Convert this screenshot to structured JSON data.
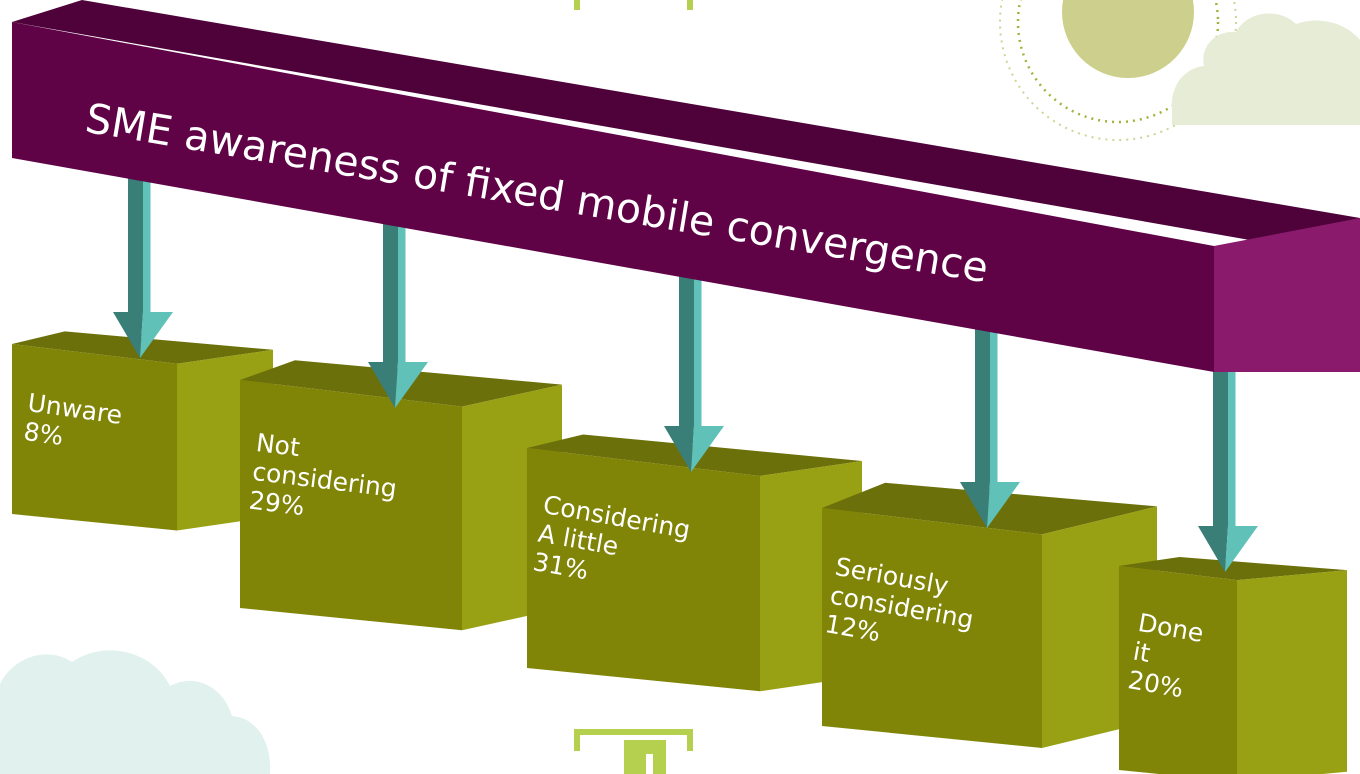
{
  "title": "SME awareness of fixed mobile convergence",
  "colors": {
    "banner_front": "#5f0346",
    "banner_top": "#4e0239",
    "banner_side": "#8a1a6c",
    "box_front": "#808508",
    "box_side": "#98a013",
    "box_top": "#6c700a",
    "arrow_light": "#5fc1b7",
    "arrow_dark": "#3a7e78",
    "cloud": "#e7ecd6",
    "cloud_teal": "#e1f1ee",
    "sun": "#ccd08c",
    "sun_ring": "#a4b23c",
    "stem": "#b5cf4f"
  },
  "stages": [
    {
      "lines": [
        "Unware",
        "8%"
      ],
      "label": "Unware",
      "percent": 8
    },
    {
      "lines": [
        "Not",
        "considering",
        "29%"
      ],
      "label": "Not considering",
      "percent": 29
    },
    {
      "lines": [
        "Considering",
        "A little",
        "31%"
      ],
      "label": "Considering A little",
      "percent": 31
    },
    {
      "lines": [
        "Seriously",
        "considering",
        "12%"
      ],
      "label": "Seriously considering",
      "percent": 12
    },
    {
      "lines": [
        "Done",
        "it",
        "20%"
      ],
      "label": "Done it",
      "percent": 20
    }
  ]
}
